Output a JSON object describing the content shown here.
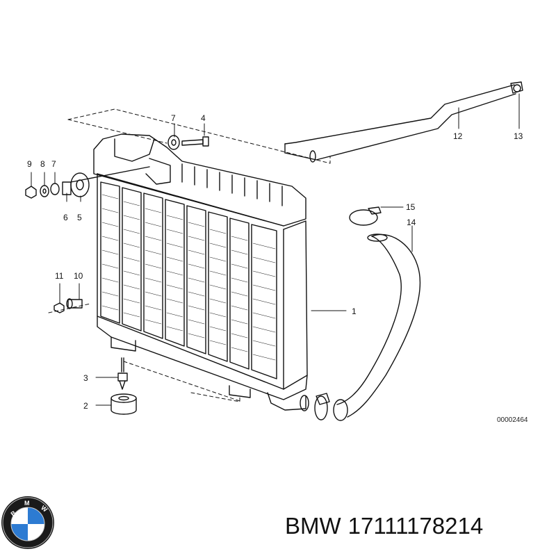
{
  "diagram": {
    "callouts": [
      "1",
      "2",
      "3",
      "4",
      "5",
      "6",
      "7",
      "7",
      "8",
      "9",
      "10",
      "11",
      "12",
      "13",
      "14",
      "15"
    ],
    "drawing_number": "00002464"
  },
  "caption": {
    "brand": "BMW",
    "part_number": "17111178214"
  },
  "logo": {
    "letters": "BMW",
    "colors": {
      "blue": "#2d7bd2",
      "white": "#ffffff",
      "ring": "#1a1a1a"
    }
  }
}
